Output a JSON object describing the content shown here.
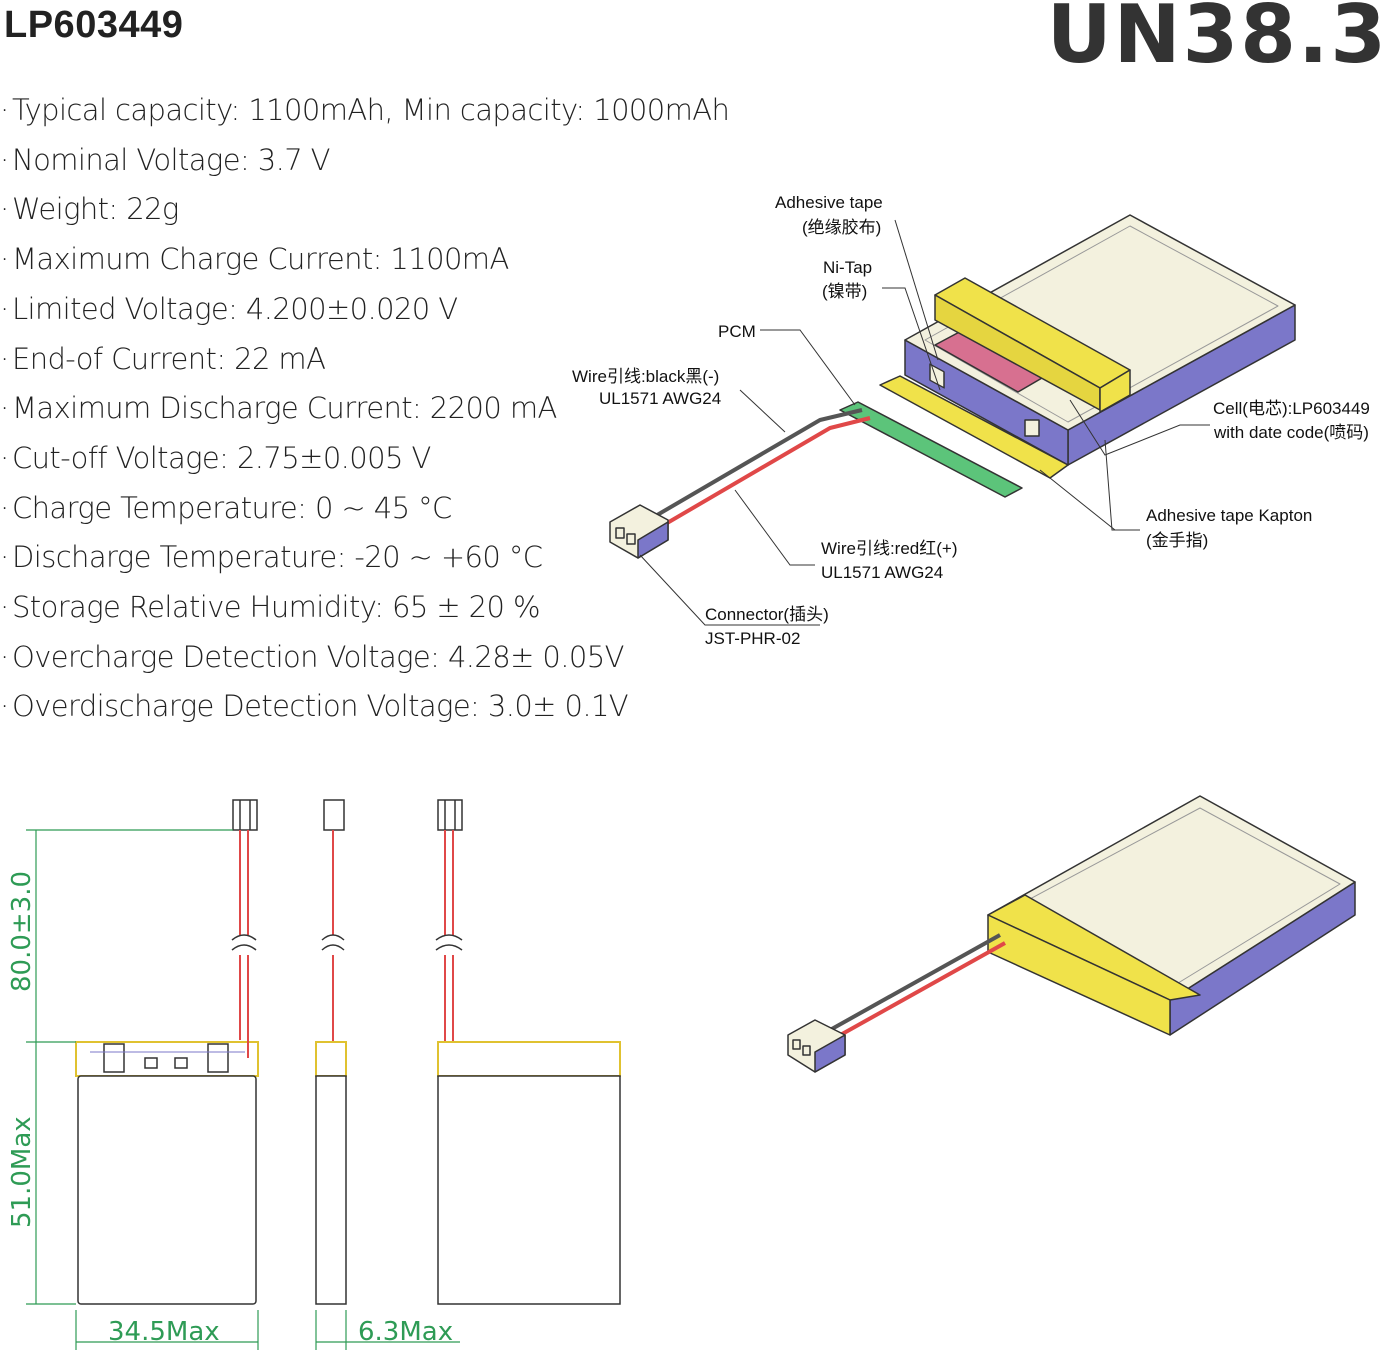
{
  "title": "LP603449",
  "badge": "UN38.3",
  "specs": [
    "Typical capacity: 1100mAh, Min capacity: 1000mAh",
    "Nominal Voltage: 3.7 V",
    "Weight: 22g",
    "Maximum Charge Current: 1100mA",
    "Limited Voltage: 4.200±0.020 V",
    "End-of Current: 22 mA",
    "Maximum Discharge Current: 2200 mA",
    "Cut-off Voltage: 2.75±0.005 V",
    "Charge Temperature: 0 ~ 45 °C",
    "Discharge Temperature: -20 ~ +60 °C",
    "Storage Relative Humidity: 65 ± 20 %",
    "Overcharge Detection Voltage: 4.28± 0.05V",
    "Overdischarge Detection Voltage: 3.0± 0.1V"
  ],
  "labels": {
    "adhesive_tape": "Adhesive tape",
    "adhesive_tape_cn": "(绝缘胶布)",
    "ni_tap": "Ni-Tap",
    "ni_tap_cn": "(镍带)",
    "pcm": "PCM",
    "wire_black": "Wire引线:black黑(-)",
    "wire_black_spec": "UL1571 AWG24",
    "cell": "Cell(电芯):LP603449",
    "cell_date": "with date code(喷码)",
    "kapton": "Adhesive tape Kapton",
    "kapton_cn": "(金手指)",
    "wire_red": "Wire引线:red红(+)",
    "wire_red_spec": "UL1571 AWG24",
    "connector": "Connector(插头)",
    "connector_spec": "JST-PHR-02"
  },
  "dimensions": {
    "wire_length": "80.0±3.0",
    "height": "51.0Max",
    "width": "34.5Max",
    "thickness": "6.3Max"
  },
  "colors": {
    "cell_top": "#f3f1de",
    "cell_side": "#7b77c9",
    "tape_yellow": "#f0e24a",
    "pcm_green": "#5cc47a",
    "wire_red": "#e04848",
    "wire_black": "#555555",
    "dim_green": "#2e9b55",
    "outline": "#333333"
  }
}
